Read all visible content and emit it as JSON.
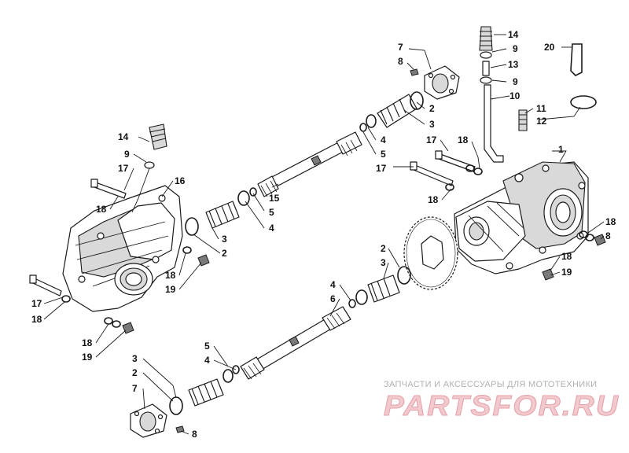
{
  "diagram": {
    "callouts": {
      "n1": "1",
      "n2": "2",
      "n3": "3",
      "n4": "4",
      "n5": "5",
      "n6": "6",
      "n7": "7",
      "n8": "8",
      "n9": "9",
      "n10": "10",
      "n11": "11",
      "n12": "12",
      "n13": "13",
      "n14": "14",
      "n15": "15",
      "n16": "16",
      "n17": "17",
      "n18": "18",
      "n19": "19",
      "n20": "20"
    }
  },
  "watermark": {
    "caption": "ЗАПЧАСТИ И АКСЕССУАРЫ ДЛЯ МОТОТЕХНИКИ",
    "logo": "PARTSFOR.RU",
    "color": "#e8a0a8"
  }
}
